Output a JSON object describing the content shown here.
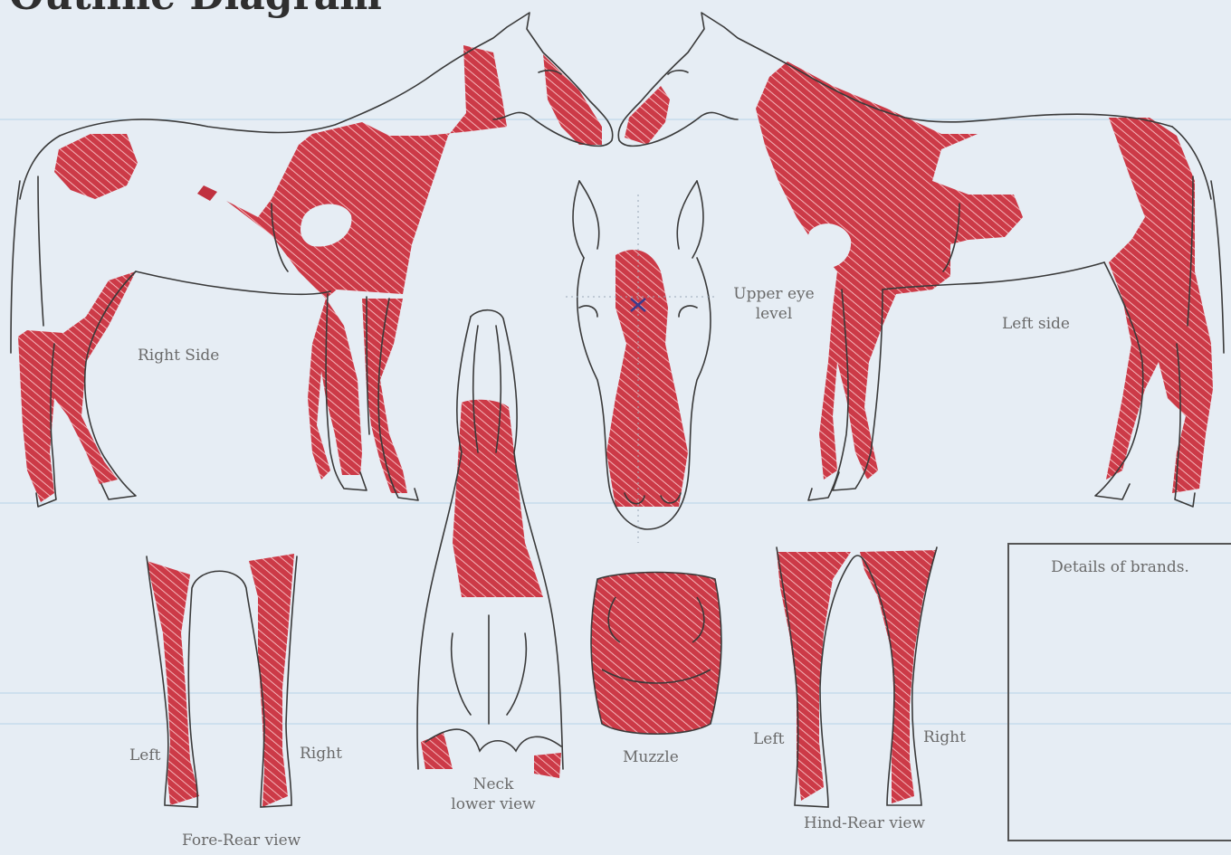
{
  "title": "Outline Diagram",
  "labels": {
    "right_side": "Right Side",
    "upper_eye_line1": "Upper eye",
    "upper_eye_line2": "level",
    "left_side": "Left side",
    "fore_left": "Left",
    "fore_right": "Right",
    "fore_rear_view": "Fore-Rear view",
    "neck_line1": "Neck",
    "neck_line2": "lower view",
    "muzzle": "Muzzle",
    "hind_left": "Left",
    "hind_right": "Right",
    "hind_rear_view": "Hind-Rear view",
    "brands": "Details of brands."
  },
  "colors": {
    "background": "#e6edf4",
    "marking": "#c0313f",
    "outline": "#3a3a3a",
    "label": "#6a6a6a",
    "eye_marker": "#3b3b8c"
  }
}
